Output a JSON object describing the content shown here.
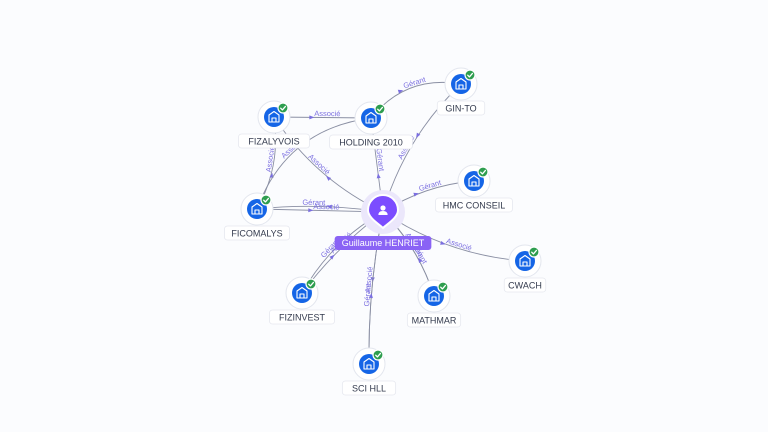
{
  "center": {
    "name": "Guillaume HENRIET",
    "icon": "person-icon"
  },
  "companies": [
    {
      "id": "fizalyvois",
      "name": "FIZALYVOIS",
      "icon": "building-icon",
      "verified": true
    },
    {
      "id": "holding2010",
      "name": "HOLDING 2010",
      "icon": "building-icon",
      "verified": true
    },
    {
      "id": "ginto",
      "name": "GIN-TO",
      "icon": "building-icon",
      "verified": true
    },
    {
      "id": "hmcconseil",
      "name": "HMC CONSEIL",
      "icon": "building-icon",
      "verified": true
    },
    {
      "id": "cwach",
      "name": "CWACH",
      "icon": "building-icon",
      "verified": true
    },
    {
      "id": "ficomalys",
      "name": "FICOMALYS",
      "icon": "building-icon",
      "verified": true
    },
    {
      "id": "fizinvest",
      "name": "FIZINVEST",
      "icon": "building-icon",
      "verified": true
    },
    {
      "id": "mathmar",
      "name": "MATHMAR",
      "icon": "building-icon",
      "verified": true
    },
    {
      "id": "scihll",
      "name": "SCI HLL",
      "icon": "building-icon",
      "verified": true
    }
  ],
  "links": [
    {
      "from": "fizalyvois",
      "to": "holding2010",
      "label": "Associé"
    },
    {
      "from": "center",
      "to": "fizalyvois",
      "label": "Associé"
    },
    {
      "from": "ficomalys",
      "to": "fizalyvois",
      "label": "Associé"
    },
    {
      "from": "center",
      "to": "holding2010",
      "label": "Gérant"
    },
    {
      "from": "holding2010",
      "to": "ginto",
      "label": "Gérant"
    },
    {
      "from": "ginto",
      "to": "center",
      "label": "Associé"
    },
    {
      "from": "center",
      "to": "hmcconseil",
      "label": "Gérant"
    },
    {
      "from": "center",
      "to": "cwach",
      "label": "Associé"
    },
    {
      "from": "center",
      "to": "ficomalys",
      "label": "Gérant"
    },
    {
      "from": "ficomalys",
      "to": "center",
      "label": "Associé"
    },
    {
      "from": "holding2010",
      "to": "ficomalys",
      "label": "Associé"
    },
    {
      "from": "center",
      "to": "fizinvest",
      "label": "Gérant"
    },
    {
      "from": "fizinvest",
      "to": "center",
      "label": "Associé"
    },
    {
      "from": "center",
      "to": "mathmar",
      "label": "Gérant"
    },
    {
      "from": "mathmar",
      "to": "center",
      "label": "Associé"
    },
    {
      "from": "center",
      "to": "scihll",
      "label": "Gérant"
    },
    {
      "from": "scihll",
      "to": "center",
      "label": "Associé"
    }
  ],
  "colors": {
    "node": "#1565e6",
    "verified": "#2e9e4f",
    "center": "#7c4dff",
    "relation_label": "#7b6fe0"
  }
}
